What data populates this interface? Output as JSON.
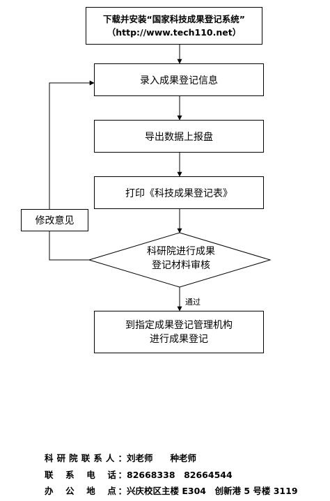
{
  "flowchart": {
    "download_line1": "下载并安装“国家科技成果登记系统”",
    "download_line2": "（http://www.tech110.net）",
    "step_input": "录入成果登记信息",
    "step_export": "导出数据上报盘",
    "step_print": "打印《科技成果登记表》",
    "revise": "修改意见",
    "review_line1": "科研院进行成果",
    "review_line2": "登记材料审核",
    "pass_label": "通过",
    "final_line1": "到指定成果登记管理机构",
    "final_line2": "进行成果登记"
  },
  "contact": {
    "person_label": "科研院联系人：",
    "person_value": "刘老师　　种老师",
    "phone_label": "联　系　电　话：",
    "phone_value": "82668338　82664544",
    "office_label": "办　公　地　点：",
    "office_value": "兴庆校区主楼 E304　创新港 5 号楼 3119"
  }
}
